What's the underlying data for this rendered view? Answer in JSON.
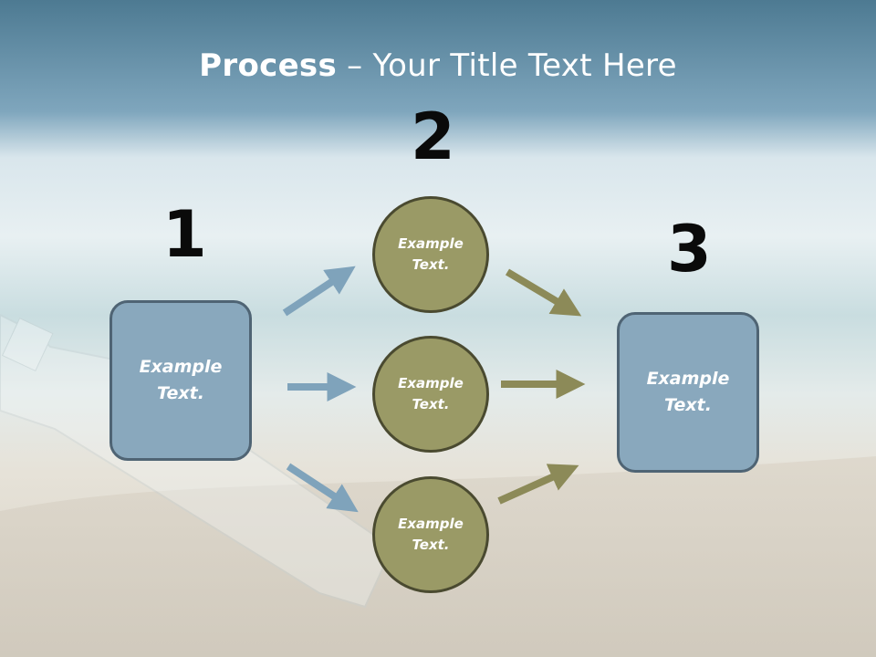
{
  "slide": {
    "title_bold": "Process",
    "title_rest": " – Your Title Text Here"
  },
  "steps": [
    {
      "number": "1"
    },
    {
      "number": "2"
    },
    {
      "number": "3"
    }
  ],
  "boxes": [
    {
      "text": "Example\nText."
    },
    {
      "text": "Example\nText."
    }
  ],
  "circles": [
    {
      "text": "Example\nText."
    },
    {
      "text": "Example\nText."
    },
    {
      "text": "Example\nText."
    }
  ],
  "colors": {
    "box_fill": "#89a8bd",
    "box_border": "#4f6474",
    "circle_fill": "#9a9a66",
    "circle_border": "#4a4a30",
    "blue_arrow": "#7fa3bb",
    "olive_arrow": "#8c8a58"
  }
}
